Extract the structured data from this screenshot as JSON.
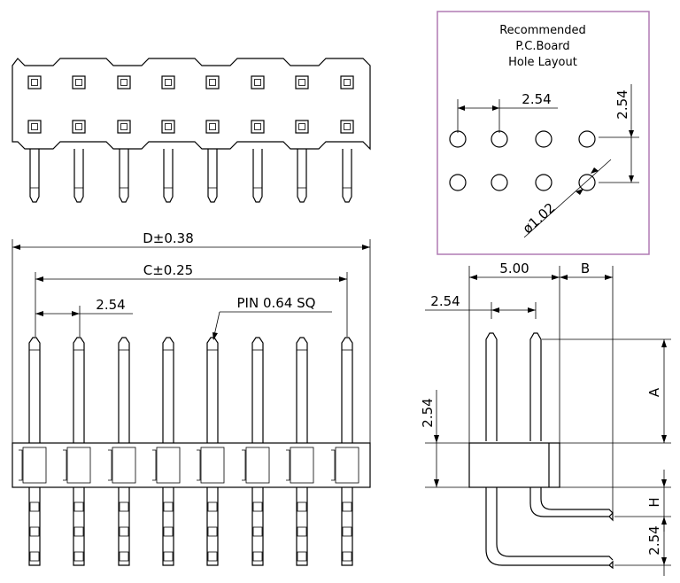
{
  "board": {
    "title_line1": "Recommended",
    "title_line2": "P.C.Board",
    "title_line3": "Hole Layout",
    "pitch_h": "2.54",
    "pitch_v": "2.54",
    "hole_dia": "ø1.02"
  },
  "front": {
    "dim_d": "D±0.38",
    "dim_c": "C±0.25",
    "dim_pitch": "2.54",
    "pin_note": "PIN 0.64 SQ"
  },
  "side": {
    "dim_5": "5.00",
    "dim_b": "B",
    "dim_pitch_top": "2.54",
    "dim_height": "2.54",
    "dim_a": "A",
    "dim_h": "H",
    "dim_pitch_bottom": "2.54"
  },
  "colors": {
    "line": "#000000",
    "frame": "#b07ab4"
  }
}
